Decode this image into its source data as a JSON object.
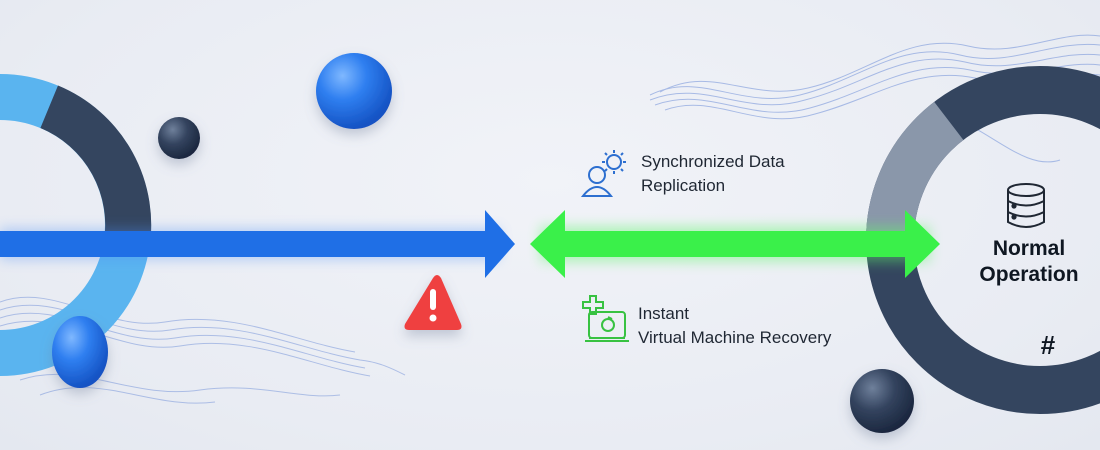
{
  "diagram": {
    "sync_label": {
      "line1": "Synchronized Data",
      "line2": "Replication"
    },
    "recovery_label": {
      "line1": "Instant",
      "line2": "Virtual Machine Recovery"
    },
    "state_label": {
      "line1": "Normal",
      "line2": "Operation"
    },
    "hash_symbol": "#",
    "warning_symbol": "!",
    "icons": [
      "user-sync-icon",
      "vm-recovery-icon",
      "database-icon",
      "warning-icon"
    ],
    "colors": {
      "primary_arrow": "#1f6fe6",
      "secondary_arrow": "#3af04a",
      "ring_dark": "#34455f",
      "ring_light": "#5ab4ef",
      "ring_gray": "#8a97aa",
      "warning": "#ef4141",
      "sync_icon": "#2d6fd0",
      "recovery_icon": "#38c242"
    }
  }
}
